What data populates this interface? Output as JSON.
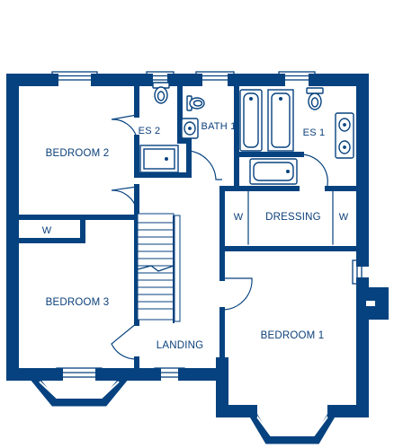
{
  "colors": {
    "wall": "#06427f",
    "fixture": "#06427f",
    "text": "#0b3f7a",
    "background": "#ffffff"
  },
  "rooms": {
    "bedroom2": "BEDROOM 2",
    "es2": "ES 2",
    "bath1": "BATH 1",
    "es1": "ES 1",
    "dressing": "DRESSING",
    "wardrobe_left": "W",
    "wardrobe_right": "W",
    "wardrobe_bed2": "W",
    "bedroom3": "BEDROOM 3",
    "landing": "LANDING",
    "bedroom1": "BEDROOM 1"
  }
}
